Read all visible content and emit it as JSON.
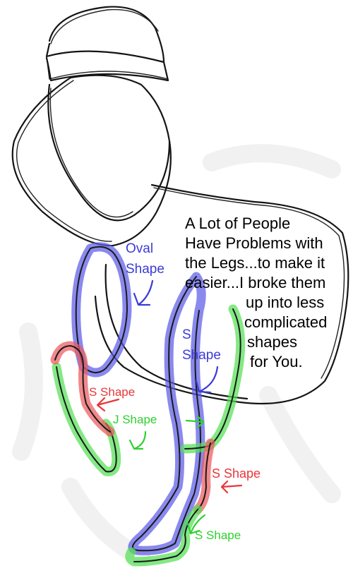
{
  "colors": {
    "ink": "#141414",
    "blue": "#3b3bd6",
    "blue_highlight": "#5b5be8",
    "red": "#e8363a",
    "red_highlight": "#ec5a5e",
    "green": "#2fd02f",
    "green_highlight": "#55e055"
  },
  "labels": {
    "oval_line1": "Oval",
    "oval_line2": "Shape",
    "s_blue_line1": "S",
    "s_blue_line2": "Shape",
    "s_red_left": "S Shape",
    "j_green": "J Shape",
    "s_red_right": "S Shape",
    "s_green_bottom": "S Shape"
  },
  "note": {
    "lines": [
      "A Lot of People",
      "Have Problems with",
      "the Legs...to make it",
      "easier...I broke them",
      "up into less",
      "complicated",
      "shapes",
      "for You."
    ]
  }
}
